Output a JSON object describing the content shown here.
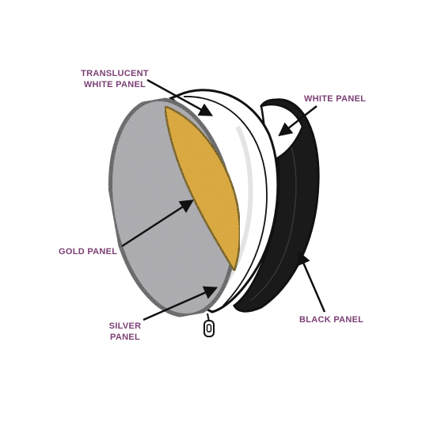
{
  "colors": {
    "label": "#7b3f74",
    "outline": "#111111",
    "silver": "#a3a2a7",
    "gold": "#d9a234",
    "white": "#ffffff",
    "black": "#1a1a1a"
  },
  "labels": {
    "translucent": "TRANSLUCENT\nWHITE PANEL",
    "white": "WHITE PANEL",
    "gold": "GOLD PANEL",
    "silver": "SILVER\nPANEL",
    "black": "BLACK PANEL"
  }
}
